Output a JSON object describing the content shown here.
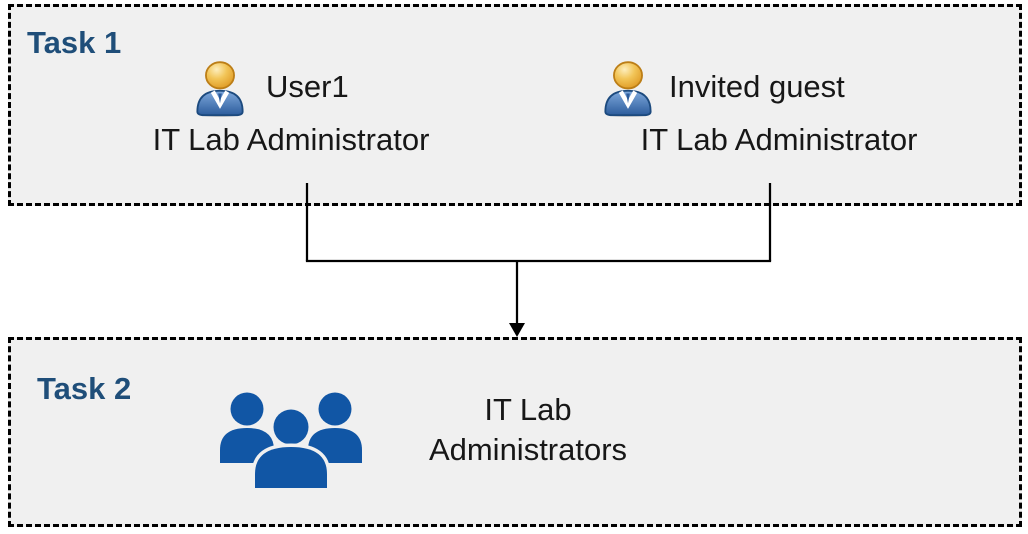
{
  "diagram": {
    "background_color": "#ffffff",
    "box_fill_color": "#f0f0f0",
    "box_border_color": "#000000",
    "task_label_color": "#1f4e79",
    "body_text_color": "#171717",
    "group_icon_color": "#1156a5",
    "task1": {
      "label": "Task 1",
      "persons": [
        {
          "icon": "person-icon",
          "name": "User1",
          "role": "IT Lab Administrator"
        },
        {
          "icon": "person-icon",
          "name": "Invited guest",
          "role": "IT Lab Administrator"
        }
      ]
    },
    "connector": {
      "icon": "merge-arrow-down-icon",
      "description": "lines from both Task 1 persons merge into one arrow pointing to Task 2"
    },
    "task2": {
      "label": "Task 2",
      "group": {
        "icon": "people-group-icon",
        "label_line1": "IT Lab",
        "label_line2": "Administrators"
      }
    }
  }
}
